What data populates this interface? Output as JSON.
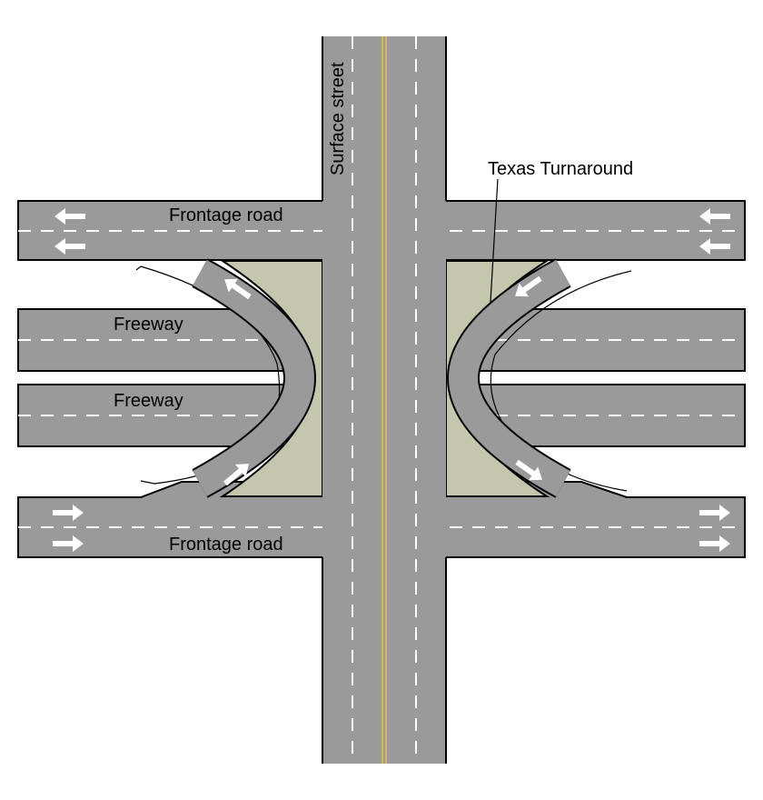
{
  "labels": {
    "surface_street": "Surface street",
    "texas_turnaround": "Texas Turnaround",
    "frontage_road_top": "Frontage road",
    "frontage_road_bottom": "Frontage road",
    "freeway_top": "Freeway",
    "freeway_bottom": "Freeway"
  },
  "colors": {
    "pavement": "#9a9a9a",
    "median": "#c5c7ac",
    "lane_marking": "#ffffff",
    "center_line": "#e2c23a"
  },
  "icons": {
    "travel_direction": "arrow-icon"
  }
}
